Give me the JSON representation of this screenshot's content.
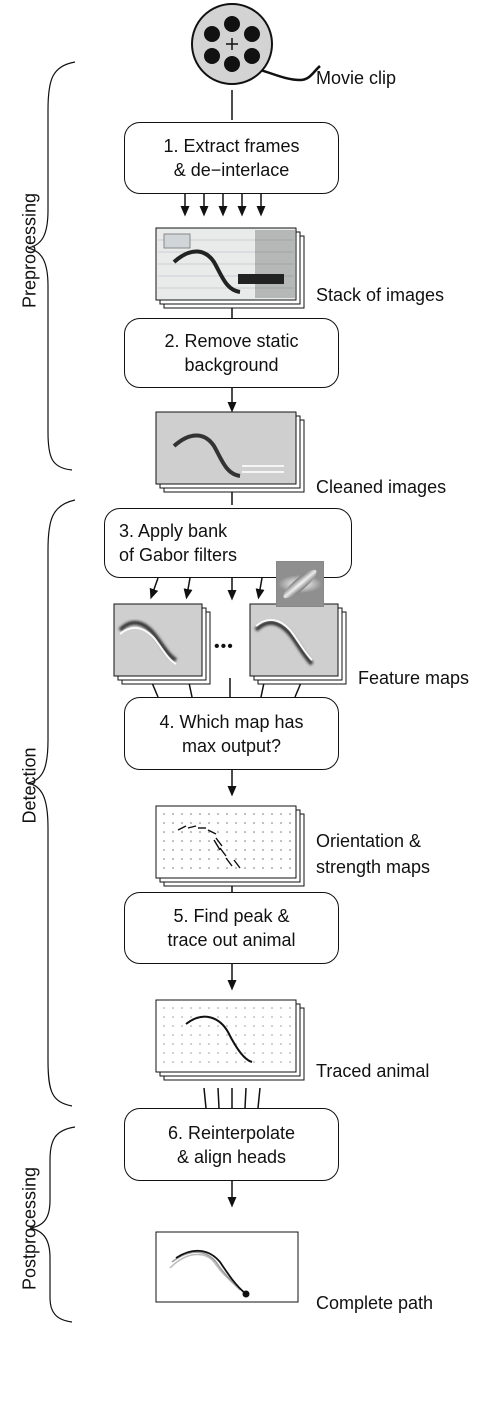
{
  "steps": {
    "s1": [
      "1. Extract frames",
      "& de−interlace"
    ],
    "s2": [
      "2. Remove static",
      "background"
    ],
    "s3": [
      "3. Apply bank",
      "of Gabor filters"
    ],
    "s4": [
      "4. Which map has",
      "max output?"
    ],
    "s5": [
      "5. Find peak &",
      "trace out animal"
    ],
    "s6": [
      "6. Reinterpolate",
      "& align heads"
    ]
  },
  "outputs": {
    "movie": "Movie clip",
    "stack": "Stack of images",
    "cleaned": "Cleaned images",
    "feature": "Feature maps",
    "orient": [
      "Orientation &",
      "strength maps"
    ],
    "traced": "Traced animal",
    "complete": "Complete path"
  },
  "stages": {
    "pre": "Preprocessing",
    "det": "Detection",
    "post": "Postprocessing"
  },
  "ellipsis": "•••"
}
